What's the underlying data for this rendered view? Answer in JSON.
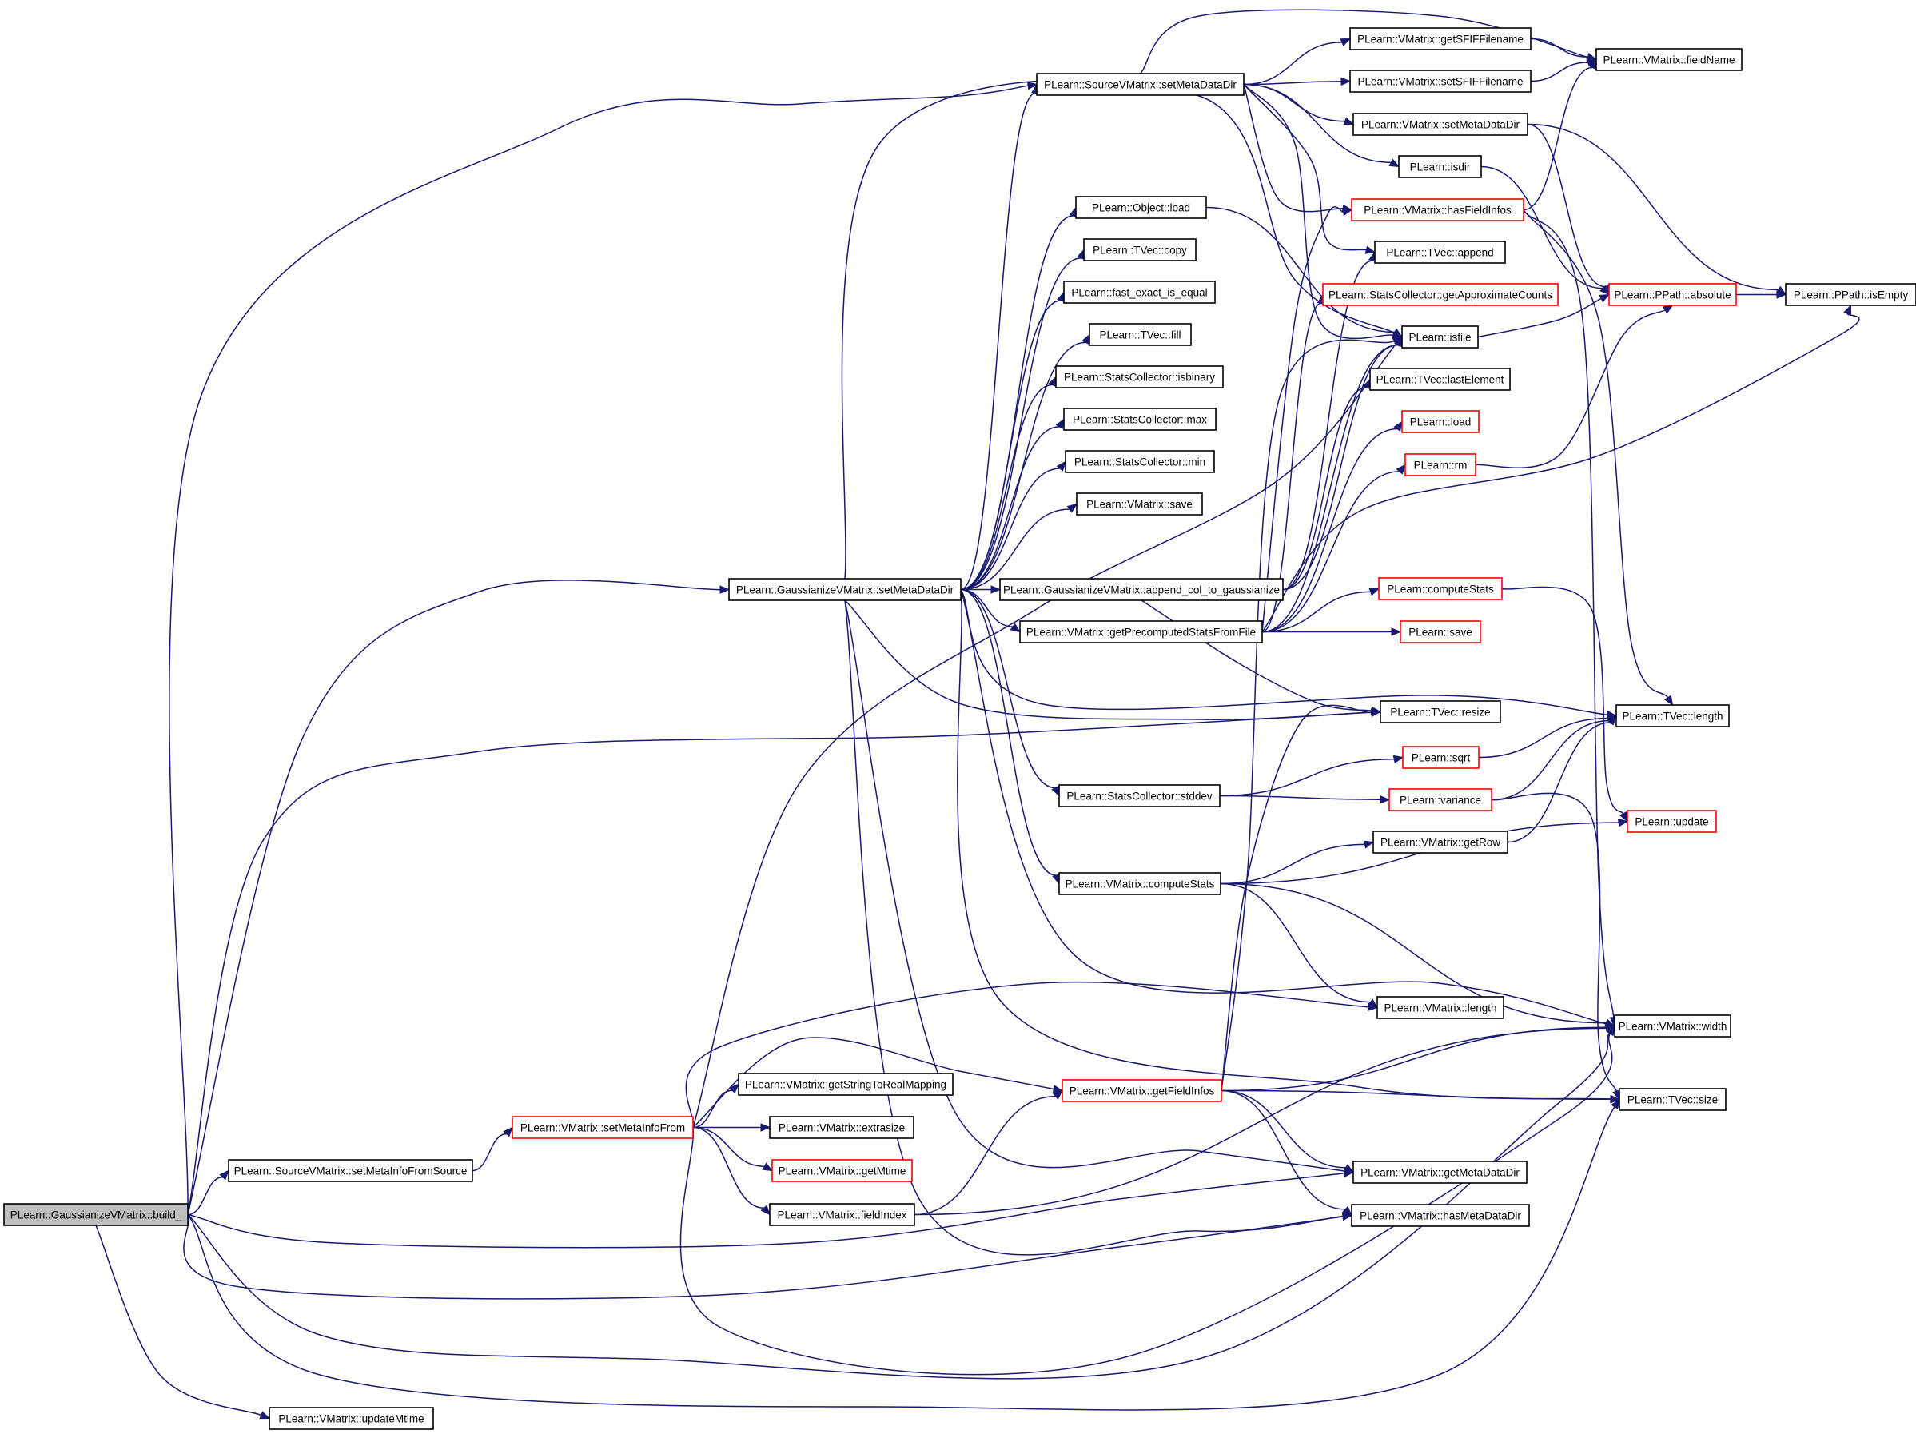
{
  "diagram": {
    "type": "call-graph",
    "colors": {
      "edge": "#191970",
      "node_border": "#000000",
      "truncated_border": "#ff0000",
      "root_fill": "#bfbfbf"
    },
    "nodes": [
      {
        "id": "build",
        "label": "PLearn::GaussianizeVMatrix::build_",
        "root": true
      },
      {
        "id": "updateMtime",
        "label": "PLearn::VMatrix::updateMtime"
      },
      {
        "id": "setMetaInfoFromSource",
        "label": "PLearn::SourceVMatrix::setMetaInfoFromSource"
      },
      {
        "id": "setMetaInfoFrom",
        "label": "PLearn::VMatrix::setMetaInfoFrom",
        "truncated": true
      },
      {
        "id": "gSetMetaDataDir",
        "label": "PLearn::GaussianizeVMatrix::setMetaDataDir"
      },
      {
        "id": "sSetMetaDataDir",
        "label": "PLearn::SourceVMatrix::setMetaDataDir"
      },
      {
        "id": "objectLoad",
        "label": "PLearn::Object::load"
      },
      {
        "id": "tvecCopy",
        "label": "PLearn::TVec::copy"
      },
      {
        "id": "fastExact",
        "label": "PLearn::fast_exact_is_equal"
      },
      {
        "id": "tvecFill",
        "label": "PLearn::TVec::fill"
      },
      {
        "id": "isbinary",
        "label": "PLearn::StatsCollector::isbinary"
      },
      {
        "id": "scMax",
        "label": "PLearn::StatsCollector::max"
      },
      {
        "id": "scMin",
        "label": "PLearn::StatsCollector::min"
      },
      {
        "id": "vmSave",
        "label": "PLearn::VMatrix::save"
      },
      {
        "id": "appendCol",
        "label": "PLearn::GaussianizeVMatrix::append_col_to_gaussianize"
      },
      {
        "id": "getPrecomputed",
        "label": "PLearn::VMatrix::getPrecomputedStatsFromFile"
      },
      {
        "id": "stddev",
        "label": "PLearn::StatsCollector::stddev"
      },
      {
        "id": "vmComputeStats",
        "label": "PLearn::VMatrix::computeStats"
      },
      {
        "id": "getStringToReal",
        "label": "PLearn::VMatrix::getStringToRealMapping"
      },
      {
        "id": "extrasize",
        "label": "PLearn::VMatrix::extrasize"
      },
      {
        "id": "getMtime",
        "label": "PLearn::VMatrix::getMtime",
        "truncated": true
      },
      {
        "id": "fieldIndex",
        "label": "PLearn::VMatrix::fieldIndex"
      },
      {
        "id": "getFieldInfos",
        "label": "PLearn::VMatrix::getFieldInfos",
        "truncated": true
      },
      {
        "id": "getSFIF",
        "label": "PLearn::VMatrix::getSFIFFilename"
      },
      {
        "id": "setSFIF",
        "label": "PLearn::VMatrix::setSFIFFilename"
      },
      {
        "id": "vmSetMetaDataDir",
        "label": "PLearn::VMatrix::setMetaDataDir"
      },
      {
        "id": "isdir",
        "label": "PLearn::isdir"
      },
      {
        "id": "hasFieldInfos",
        "label": "PLearn::VMatrix::hasFieldInfos",
        "truncated": true
      },
      {
        "id": "tvecAppend",
        "label": "PLearn::TVec::append"
      },
      {
        "id": "getApprox",
        "label": "PLearn::StatsCollector::getApproximateCounts",
        "truncated": true
      },
      {
        "id": "isfile",
        "label": "PLearn::isfile"
      },
      {
        "id": "lastElement",
        "label": "PLearn::TVec::lastElement"
      },
      {
        "id": "load",
        "label": "PLearn::load",
        "truncated": true
      },
      {
        "id": "rm",
        "label": "PLearn::rm",
        "truncated": true
      },
      {
        "id": "computeStats",
        "label": "PLearn::computeStats",
        "truncated": true
      },
      {
        "id": "save",
        "label": "PLearn::save",
        "truncated": true
      },
      {
        "id": "tvecResize",
        "label": "PLearn::TVec::resize"
      },
      {
        "id": "sqrt",
        "label": "PLearn::sqrt",
        "truncated": true
      },
      {
        "id": "variance",
        "label": "PLearn::variance",
        "truncated": true
      },
      {
        "id": "getRow",
        "label": "PLearn::VMatrix::getRow"
      },
      {
        "id": "vmLength",
        "label": "PLearn::VMatrix::length"
      },
      {
        "id": "getMetaDataDir",
        "label": "PLearn::VMatrix::getMetaDataDir"
      },
      {
        "id": "hasMetaDataDir",
        "label": "PLearn::VMatrix::hasMetaDataDir"
      },
      {
        "id": "fieldName",
        "label": "PLearn::VMatrix::fieldName"
      },
      {
        "id": "absolute",
        "label": "PLearn::PPath::absolute",
        "truncated": true
      },
      {
        "id": "tvecLength",
        "label": "PLearn::TVec::length"
      },
      {
        "id": "update",
        "label": "PLearn::update",
        "truncated": true
      },
      {
        "id": "vmWidth",
        "label": "PLearn::VMatrix::width"
      },
      {
        "id": "tvecSize",
        "label": "PLearn::TVec::size"
      },
      {
        "id": "isEmpty",
        "label": "PLearn::PPath::isEmpty"
      }
    ],
    "edges": [
      [
        "build",
        "updateMtime"
      ],
      [
        "build",
        "setMetaInfoFromSource"
      ],
      [
        "build",
        "gSetMetaDataDir"
      ],
      [
        "build",
        "sSetMetaDataDir"
      ],
      [
        "build",
        "tvecResize"
      ],
      [
        "build",
        "getMetaDataDir"
      ],
      [
        "build",
        "hasMetaDataDir"
      ],
      [
        "build",
        "vmWidth"
      ],
      [
        "build",
        "tvecSize"
      ],
      [
        "setMetaInfoFromSource",
        "setMetaInfoFrom"
      ],
      [
        "setMetaInfoFrom",
        "getStringToReal"
      ],
      [
        "setMetaInfoFrom",
        "extrasize"
      ],
      [
        "setMetaInfoFrom",
        "getMtime"
      ],
      [
        "setMetaInfoFrom",
        "fieldIndex"
      ],
      [
        "setMetaInfoFrom",
        "getFieldInfos"
      ],
      [
        "setMetaInfoFrom",
        "vmLength"
      ],
      [
        "setMetaInfoFrom",
        "vmWidth"
      ],
      [
        "setMetaInfoFrom",
        "isfile"
      ],
      [
        "fieldIndex",
        "getFieldInfos"
      ],
      [
        "fieldIndex",
        "vmWidth"
      ],
      [
        "gSetMetaDataDir",
        "sSetMetaDataDir"
      ],
      [
        "gSetMetaDataDir",
        "objectLoad"
      ],
      [
        "gSetMetaDataDir",
        "tvecCopy"
      ],
      [
        "gSetMetaDataDir",
        "fastExact"
      ],
      [
        "gSetMetaDataDir",
        "tvecFill"
      ],
      [
        "gSetMetaDataDir",
        "isbinary"
      ],
      [
        "gSetMetaDataDir",
        "scMax"
      ],
      [
        "gSetMetaDataDir",
        "scMin"
      ],
      [
        "gSetMetaDataDir",
        "vmSave"
      ],
      [
        "gSetMetaDataDir",
        "appendCol"
      ],
      [
        "gSetMetaDataDir",
        "getPrecomputed"
      ],
      [
        "gSetMetaDataDir",
        "stddev"
      ],
      [
        "gSetMetaDataDir",
        "vmComputeStats"
      ],
      [
        "gSetMetaDataDir",
        "isfile"
      ],
      [
        "gSetMetaDataDir",
        "tvecResize"
      ],
      [
        "gSetMetaDataDir",
        "tvecLength"
      ],
      [
        "gSetMetaDataDir",
        "vmWidth"
      ],
      [
        "gSetMetaDataDir",
        "tvecSize"
      ],
      [
        "gSetMetaDataDir",
        "getMetaDataDir"
      ],
      [
        "gSetMetaDataDir",
        "hasMetaDataDir"
      ],
      [
        "sSetMetaDataDir",
        "getSFIF"
      ],
      [
        "sSetMetaDataDir",
        "setSFIF"
      ],
      [
        "sSetMetaDataDir",
        "vmSetMetaDataDir"
      ],
      [
        "sSetMetaDataDir",
        "isdir"
      ],
      [
        "sSetMetaDataDir",
        "hasFieldInfos"
      ],
      [
        "sSetMetaDataDir",
        "tvecAppend"
      ],
      [
        "sSetMetaDataDir",
        "fieldName"
      ],
      [
        "sSetMetaDataDir",
        "isfile"
      ],
      [
        "objectLoad",
        "isfile"
      ],
      [
        "appendCol",
        "tvecAppend"
      ],
      [
        "appendCol",
        "lastElement"
      ],
      [
        "appendCol",
        "isfile"
      ],
      [
        "appendCol",
        "tvecResize"
      ],
      [
        "getPrecomputed",
        "getApprox"
      ],
      [
        "getPrecomputed",
        "isfile"
      ],
      [
        "getPrecomputed",
        "load"
      ],
      [
        "getPrecomputed",
        "rm"
      ],
      [
        "getPrecomputed",
        "computeStats"
      ],
      [
        "getPrecomputed",
        "save"
      ],
      [
        "getPrecomputed",
        "hasFieldInfos"
      ],
      [
        "getPrecomputed",
        "isEmpty"
      ],
      [
        "stddev",
        "sqrt"
      ],
      [
        "stddev",
        "variance"
      ],
      [
        "vmComputeStats",
        "getRow"
      ],
      [
        "vmComputeStats",
        "update"
      ],
      [
        "vmComputeStats",
        "vmLength"
      ],
      [
        "vmComputeStats",
        "vmWidth"
      ],
      [
        "getFieldInfos",
        "tvecResize"
      ],
      [
        "getFieldInfos",
        "isfile"
      ],
      [
        "getFieldInfos",
        "vmWidth"
      ],
      [
        "getFieldInfos",
        "tvecSize"
      ],
      [
        "getFieldInfos",
        "getMetaDataDir"
      ],
      [
        "getFieldInfos",
        "hasMetaDataDir"
      ],
      [
        "getSFIF",
        "fieldName"
      ],
      [
        "setSFIF",
        "fieldName"
      ],
      [
        "vmSetMetaDataDir",
        "absolute"
      ],
      [
        "vmSetMetaDataDir",
        "isEmpty"
      ],
      [
        "isdir",
        "absolute"
      ],
      [
        "hasFieldInfos",
        "fieldName"
      ],
      [
        "hasFieldInfos",
        "tvecLength"
      ],
      [
        "hasFieldInfos",
        "vmWidth"
      ],
      [
        "isfile",
        "absolute"
      ],
      [
        "rm",
        "absolute"
      ],
      [
        "absolute",
        "isEmpty"
      ],
      [
        "computeStats",
        "update"
      ],
      [
        "sqrt",
        "tvecLength"
      ],
      [
        "variance",
        "tvecLength"
      ],
      [
        "variance",
        "tvecSize"
      ],
      [
        "getRow",
        "tvecLength"
      ]
    ]
  }
}
